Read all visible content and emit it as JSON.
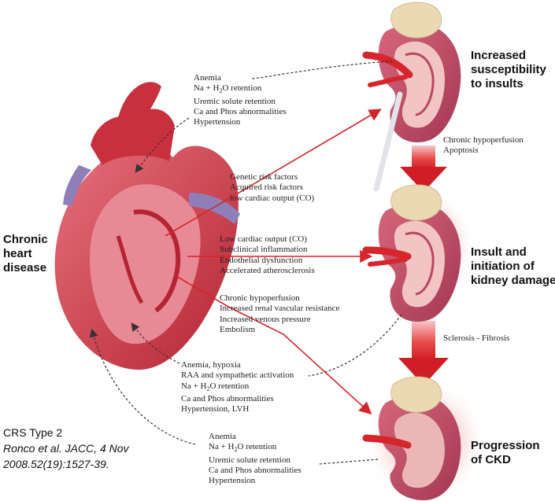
{
  "heart_label": [
    "Chronic",
    "heart",
    "disease"
  ],
  "stages": [
    {
      "label": [
        "Increased",
        "susceptibility",
        "to insults"
      ]
    },
    {
      "label": [
        "Insult and",
        "initiation of",
        "kidney damage"
      ]
    },
    {
      "label": [
        "Progression",
        "of CKD"
      ]
    }
  ],
  "transitions": [
    {
      "lines": [
        "Chronic hypoperfusion",
        "Apoptosis"
      ]
    },
    {
      "lines": [
        "Sclerosis - Fibrosis"
      ]
    }
  ],
  "feedback_top": {
    "lines": [
      [
        "Anemia"
      ],
      [
        "Na + H",
        "2",
        "O retention"
      ],
      [
        "Uremic solute retention"
      ],
      [
        "Ca and Phos abnormalities"
      ],
      [
        "Hypertension"
      ]
    ]
  },
  "risk_factors": [
    "Genetic risk factors",
    "Acquired risk factors",
    "low cardiac output (CO)"
  ],
  "insult_factors": [
    "Low cardiac output (CO)",
    "Subclinical inflammation",
    "Endothelial dysfunction",
    "Accelerated atherosclerosis"
  ],
  "progression_factors": [
    "Chronic hypoperfusion",
    "Increased renal vascular resistance",
    "Increased venous pressure",
    "Embolism"
  ],
  "feedback_middle": {
    "lines": [
      [
        "Anemia, hypoxia"
      ],
      [
        "RAA and sympathetic activation"
      ],
      [
        "Na + H",
        "2",
        "O retention"
      ],
      [
        "Ca and Phos abnormalities"
      ],
      [
        "Hypertension, LVH"
      ]
    ]
  },
  "feedback_bottom": {
    "lines": [
      [
        "Anemia"
      ],
      [
        "Na + H",
        "2",
        "O retention"
      ],
      [
        "Uremic solute retention"
      ],
      [
        "Ca and Phos abnormalities"
      ],
      [
        "Hypertension"
      ]
    ]
  },
  "reference": {
    "type": "CRS Type 2",
    "citation_1": "Ronco et al. JACC, 4 Nov",
    "citation_2": "2008.52(19):1527-39."
  },
  "colors": {
    "arrow_red": "#d6252b",
    "kidney_outer": "#c7526a",
    "kidney_inner": "#f2c4c4",
    "adrenal": "#ead9b3",
    "heart_red": "#c9303e",
    "heart_pink": "#e88a95",
    "vein_purple": "#8e7fb8",
    "glow": "#f6b3b3"
  }
}
